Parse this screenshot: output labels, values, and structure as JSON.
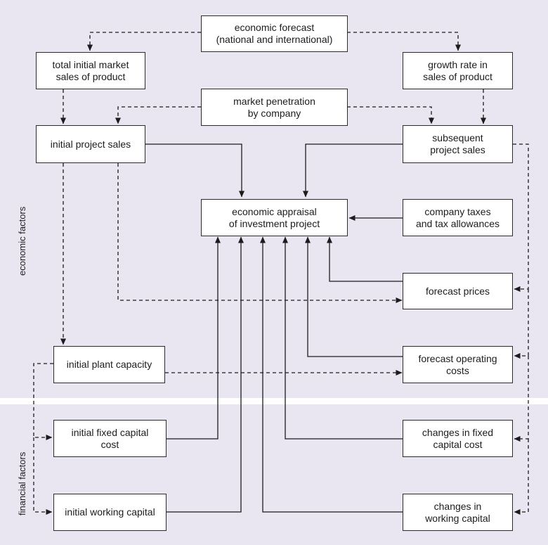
{
  "side_labels": {
    "economic": "economic factors",
    "financial": "financial factors"
  },
  "nodes": {
    "economic_forecast": "economic forecast\n(national and international)",
    "total_initial_market": "total initial market\nsales of product",
    "growth_rate": "growth rate in\nsales of product",
    "market_penetration": "market penetration\nby company",
    "initial_project_sales": "initial project sales",
    "subsequent_project_sales": "subsequent\nproject sales",
    "economic_appraisal": "economic appraisal\nof investment project",
    "company_taxes": "company taxes\nand tax allowances",
    "forecast_prices": "forecast prices",
    "initial_plant_capacity": "initial plant capacity",
    "forecast_operating_costs": "forecast operating\ncosts",
    "initial_fixed_capital_cost": "initial fixed capital\ncost",
    "changes_fixed_capital_cost": "changes in fixed\ncapital cost",
    "initial_working_capital": "initial working capital",
    "changes_working_capital": "changes in\nworking capital"
  },
  "colors": {
    "background": "#e9e5f1",
    "divider": "#ffffff",
    "box_fill": "#ffffff",
    "line": "#1c1c1c"
  }
}
